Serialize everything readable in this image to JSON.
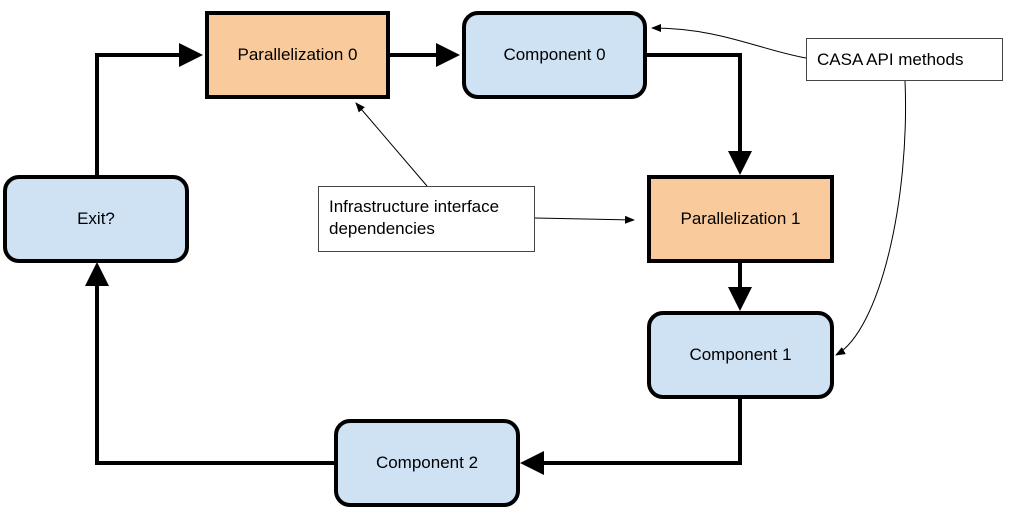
{
  "colors": {
    "component_fill": "#cfe2f3",
    "parallelization_fill": "#f9cb9c",
    "stroke": "#000000"
  },
  "nodes": {
    "parallelization_0": "Parallelization 0",
    "component_0": "Component 0",
    "parallelization_1": "Parallelization 1",
    "component_1": "Component 1",
    "component_2": "Component 2",
    "exit": "Exit?"
  },
  "annotations": {
    "casa_api": "CASA API methods",
    "infrastructure_line1": "Infrastructure interface",
    "infrastructure_line2": "dependencies"
  }
}
